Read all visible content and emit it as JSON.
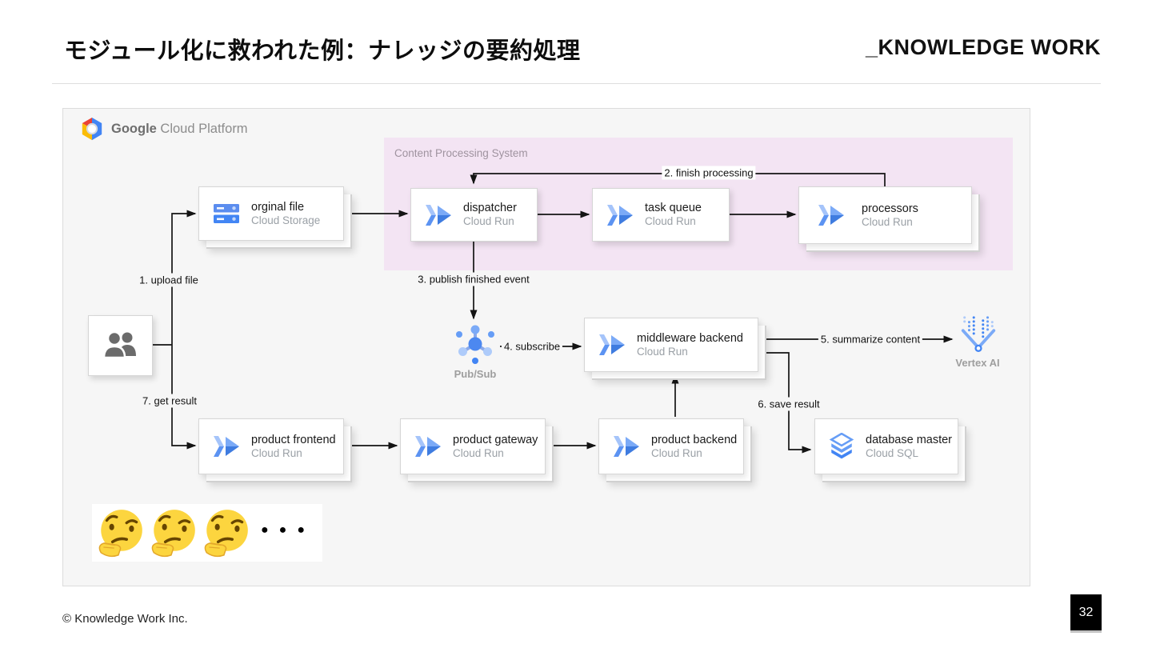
{
  "header": {
    "title": "モジュール化に救われた例：ナレッジの要約処理",
    "brand": "_KNOWLEDGE WORK"
  },
  "footer": {
    "copyright": "© Knowledge Work Inc.",
    "page_number": "32"
  },
  "diagram": {
    "platform_bold": "Google",
    "platform_rest": " Cloud Platform",
    "region": {
      "label": "Content Processing System"
    },
    "nodes": {
      "original_file": {
        "name": "orginal file",
        "service": "Cloud Storage"
      },
      "dispatcher": {
        "name": "dispatcher",
        "service": "Cloud Run"
      },
      "task_queue": {
        "name": "task queue",
        "service": "Cloud Run"
      },
      "processors": {
        "name": "processors",
        "service": "Cloud Run"
      },
      "middleware_backend": {
        "name": "middleware backend",
        "service": "Cloud Run"
      },
      "product_frontend": {
        "name": "product frontend",
        "service": "Cloud Run"
      },
      "product_gateway": {
        "name": "product gateway",
        "service": "Cloud Run"
      },
      "product_backend": {
        "name": "product backend",
        "service": "Cloud Run"
      },
      "database_master": {
        "name": "database master",
        "service": "Cloud SQL"
      },
      "pubsub": {
        "label": "Pub/Sub"
      },
      "vertex_ai": {
        "label": "Vertex AI"
      }
    },
    "edges": {
      "e1": "1. upload file",
      "e2": "2. finish processing",
      "e3": "3. publish finished event",
      "e4": "4. subscribe",
      "e5": "5. summarize content",
      "e6": "6. save result",
      "e7": "7. get result"
    },
    "ellipsis": "●●●"
  },
  "colors": {
    "accent_blue": "#4285f4",
    "light_blue": "#669df6",
    "pale_blue": "#aecbfa",
    "region_pink": "#f3e4f3",
    "panel_gray": "#f6f6f6"
  }
}
